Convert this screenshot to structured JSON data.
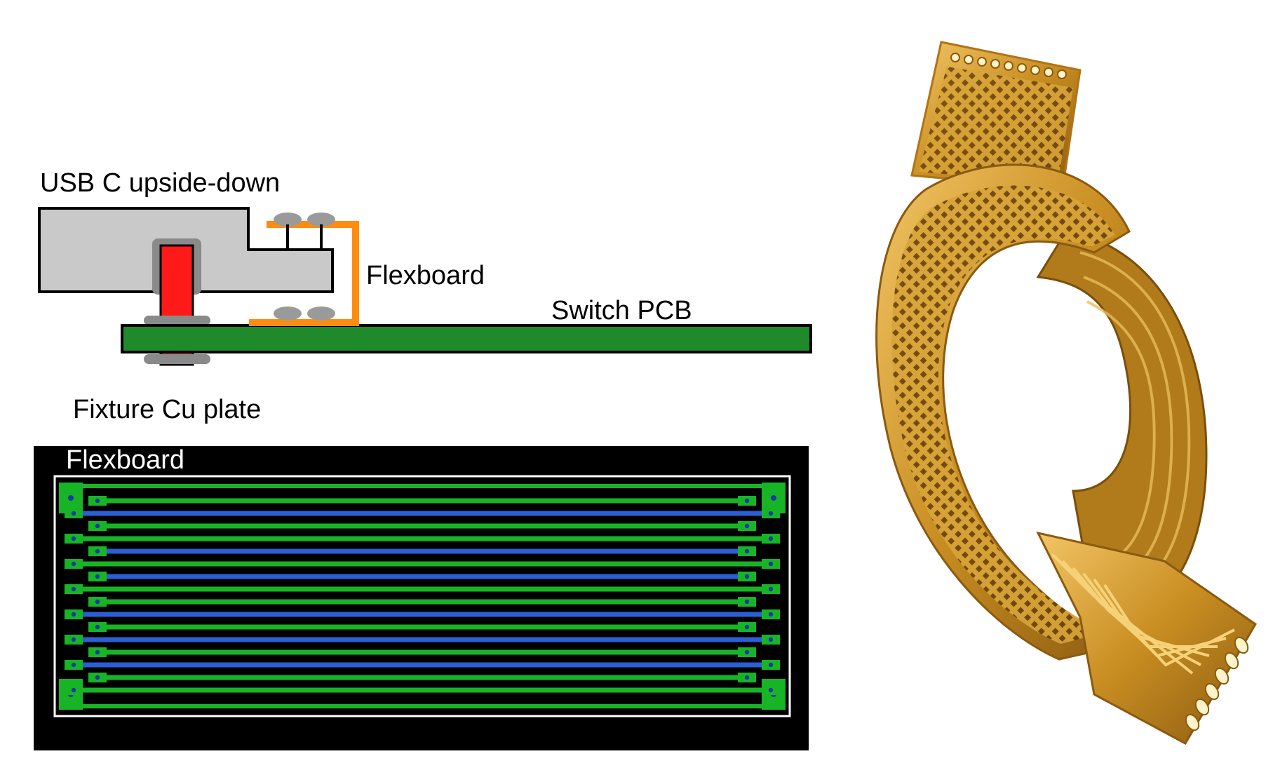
{
  "side_view": {
    "labels": {
      "usb": "USB C upside-down",
      "flexboard": "Flexboard",
      "switch_pcb": "Switch PCB",
      "fixture": "Fixture Cu plate"
    }
  },
  "layout_view": {
    "title": "Flexboard",
    "trace_pattern": [
      "green",
      "blue",
      "green",
      "green",
      "blue",
      "green",
      "blue",
      "green",
      "green",
      "blue",
      "green",
      "blue",
      "green",
      "blue",
      "green",
      "green"
    ]
  },
  "colors": {
    "usb_body": "#c9c9c9",
    "usb_outline": "#000000",
    "pin": "#ff1a1a",
    "pin_sleeve": "#8a8a8a",
    "flex": "#ff8c10",
    "solder": "#9a9a9a",
    "pcb": "#1f8a2a",
    "board_bg": "#000000",
    "board_border": "#ffffff",
    "trace_green": "#17b526",
    "trace_blue": "#2a5fd6",
    "pad_green": "#17b526",
    "via": "#1a3aa0",
    "kapton_light": "#e9b84a",
    "kapton_mid": "#c98e22",
    "kapton_dark": "#8a5a10"
  },
  "photo": {
    "subject": "flexible-pcb-ribbon-photo"
  }
}
